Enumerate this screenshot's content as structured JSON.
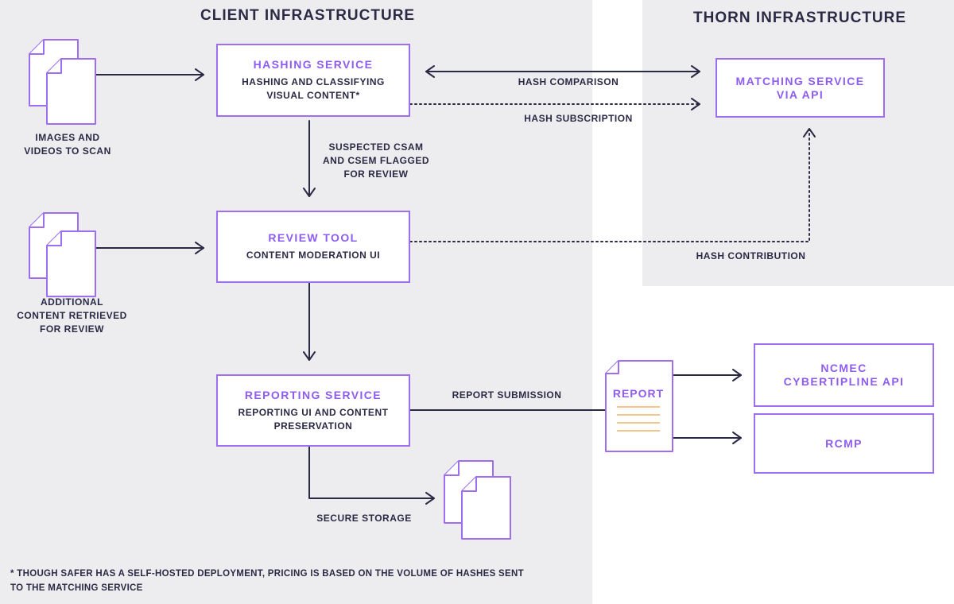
{
  "regions": {
    "client_title": "CLIENT INFRASTRUCTURE",
    "thorn_title": "THORN INFRASTRUCTURE"
  },
  "boxes": {
    "hashing": {
      "title": "HASHING SERVICE",
      "subtitle": "HASHING AND CLASSIFYING\nVISUAL CONTENT*"
    },
    "review": {
      "title": "REVIEW TOOL",
      "subtitle": "CONTENT MODERATION UI"
    },
    "reporting": {
      "title": "REPORTING SERVICE",
      "subtitle": "REPORTING UI AND CONTENT\nPRESERVATION"
    },
    "matching": {
      "title": "MATCHING SERVICE\nVIA API"
    },
    "ncmec": {
      "title": "NCMEC\nCYBERTIPLINE API"
    },
    "rcmp": {
      "title": "RCMP"
    }
  },
  "labels": {
    "images_to_scan": "IMAGES AND\nVIDEOS TO SCAN",
    "additional_content": "ADDITIONAL\nCONTENT RETRIEVED\nFOR REVIEW",
    "suspected": "SUSPECTED CSAM\nAND CSEM FLAGGED\nFOR REVIEW",
    "hash_comparison": "HASH COMPARISON",
    "hash_subscription": "HASH SUBSCRIPTION",
    "hash_contribution": "HASH CONTRIBUTION",
    "report_submission": "REPORT SUBMISSION",
    "secure_storage": "SECURE STORAGE",
    "report_doc": "REPORT"
  },
  "footnote": "* THOUGH SAFER HAS A SELF-HOSTED DEPLOYMENT, PRICING IS BASED ON THE VOLUME OF HASHES SENT\nTO THE MATCHING SERVICE",
  "colors": {
    "accent": "#9d6ff0",
    "text": "#2b2a45",
    "region": "#ededef",
    "report_lines": "#f5c68a"
  }
}
